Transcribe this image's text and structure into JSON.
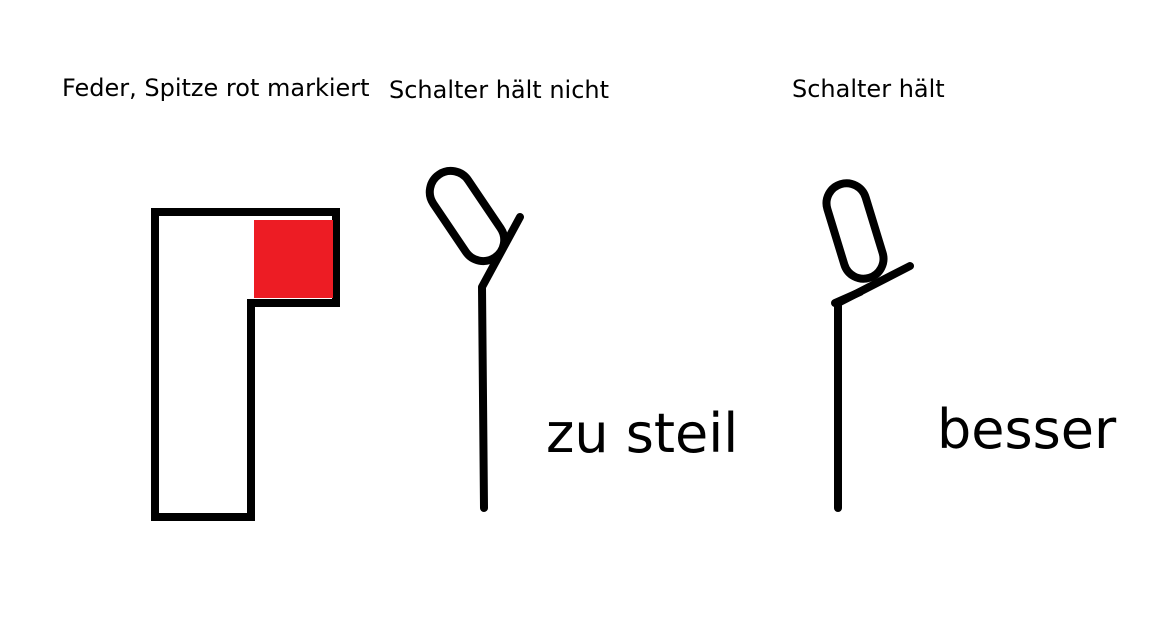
{
  "captions": {
    "spring": "Feder, Spitze rot markiert",
    "not_holding": "Schalter hält nicht",
    "holding": "Schalter hält"
  },
  "labels": {
    "too_steep": "zu steil",
    "better": "besser"
  },
  "colors": {
    "stroke": "#000000",
    "tip_marker": "#ed1c24",
    "background": "#ffffff"
  }
}
